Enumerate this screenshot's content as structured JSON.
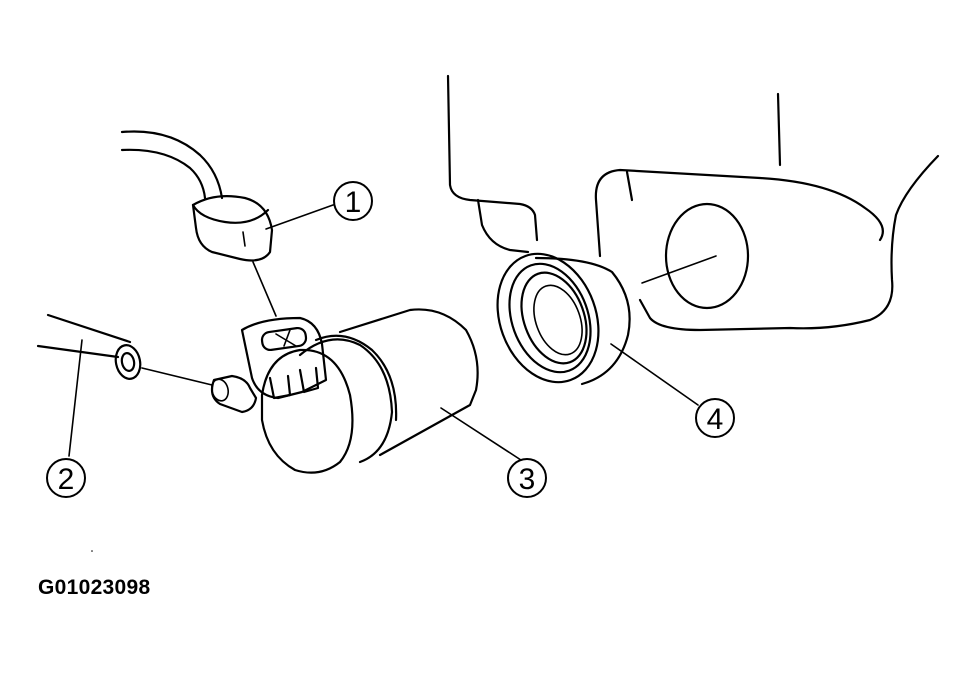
{
  "callouts": [
    {
      "id": "1",
      "label": "1"
    },
    {
      "id": "2",
      "label": "2"
    },
    {
      "id": "3",
      "label": "3"
    },
    {
      "id": "4",
      "label": "4"
    }
  ],
  "figure_id": "G01023098"
}
